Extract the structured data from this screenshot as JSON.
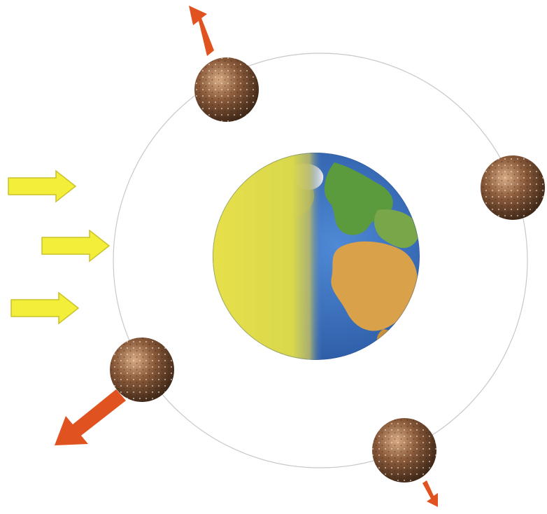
{
  "diagram": {
    "central_body": {
      "icon": "earth-globe",
      "lit_side": "left",
      "colors": {
        "lit": "#e9e44a",
        "ocean": "#3d74c4",
        "land": "#d9a24a",
        "forest": "#5c9a3e"
      }
    },
    "orbit": {
      "color": "#c8c8c8"
    },
    "satellites": [
      {
        "id": "top",
        "icon": "textured-sphere",
        "thrust_arrow": "up-left",
        "arrow_magnitude": "medium"
      },
      {
        "id": "right",
        "icon": "textured-sphere",
        "thrust_arrow": "none",
        "arrow_magnitude": "none"
      },
      {
        "id": "lower-left",
        "icon": "textured-sphere",
        "thrust_arrow": "down-left",
        "arrow_magnitude": "large"
      },
      {
        "id": "bottom",
        "icon": "textured-sphere",
        "thrust_arrow": "down-right",
        "arrow_magnitude": "small"
      }
    ],
    "incoming_rays": {
      "count": 3,
      "direction": "right",
      "icon": "yellow-arrow",
      "color": "#f3ee3a"
    },
    "thrust_arrow_color": "#e0521f",
    "sphere_colors": {
      "dark": "#4a2f1e",
      "mid": "#8a5a3a",
      "light": "#c79a72"
    }
  }
}
